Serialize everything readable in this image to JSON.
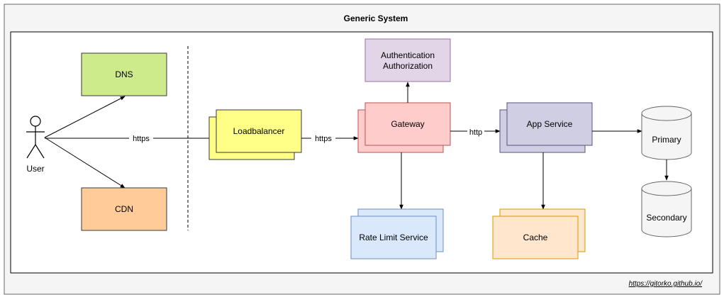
{
  "diagram": {
    "title": "Generic System",
    "footer_link": "https://gitorko.github.io/",
    "actor": {
      "label": "User"
    },
    "nodes": {
      "dns": "DNS",
      "cdn": "CDN",
      "loadbalancer": "Loadbalancer",
      "auth_line1": "Authentication",
      "auth_line2": "Authorization",
      "gateway": "Gateway",
      "rate_limit": "Rate Limit Service",
      "app_service": "App Service",
      "cache": "Cache",
      "primary": "Primary",
      "secondary": "Secondary"
    },
    "edges": {
      "user_to_lb": "https",
      "lb_to_gateway": "https",
      "gateway_to_app": "http"
    },
    "colors": {
      "outer_bg": "#f5f5f5",
      "dns_fill": "#cdeb8b",
      "cdn_fill": "#ffcc99",
      "lb_fill": "#ffff88",
      "lb_stroke": "#36393d",
      "auth_fill": "#e1d5e7",
      "auth_stroke": "#9673a6",
      "gateway_fill": "#ffcccc",
      "gateway_stroke": "#b85450",
      "rate_fill": "#dae8fc",
      "rate_stroke": "#6c8ebf",
      "app_fill": "#d0cee2",
      "app_stroke": "#56517e",
      "cache_fill": "#ffe6cc",
      "cache_stroke": "#d79b00",
      "db_fill": "#f5f5f5",
      "db_stroke": "#666666"
    }
  }
}
